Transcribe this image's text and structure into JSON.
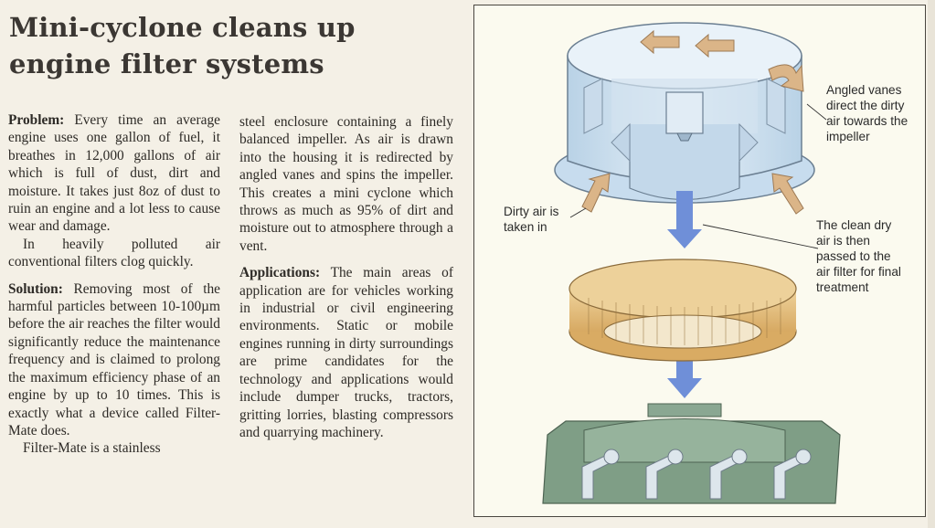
{
  "article": {
    "headline_line1": "Mini-cyclone cleans up",
    "headline_line2": "engine filter systems",
    "problem_lead": "Problem:",
    "problem_text": " Every time an average engine uses one gallon of fuel, it breathes in 12,000 gallons of air which is full of dust, dirt and moisture. It takes just 8oz of dust to ruin an engine and a lot less to cause wear and damage.",
    "problem_text2": "In heavily polluted air conventional filters clog quickly.",
    "solution_lead": "Solution:",
    "solution_text": " Removing most of the harmful particles between 10-100µm before the air reaches the filter would significantly reduce the maintenance frequency and is claimed to prolong the maximum efficiency phase of an engine by up to 10 times. This is exactly what a device called Filter-Mate does.",
    "solution_text2": "Filter-Mate is a stainless",
    "solution_text3": "steel enclosure containing a finely balanced impeller. As air is drawn into the housing it is redirected by angled vanes and spins the impeller. This creates a mini cyclone which throws as much as 95% of dirt and moisture out to atmosphere through a vent.",
    "applications_lead": "Applications:",
    "applications_text": " The main areas of application are for vehicles working in industrial or civil engineering environments. Static or mobile engines running in dirty surroundings are prime candidates for the technology and applications would include dumper trucks, tractors, gritting lorries, blasting compressors and quarrying machinery."
  },
  "figure": {
    "label_vanes": [
      "Angled vanes",
      "direct the dirty",
      "air towards the",
      "impeller"
    ],
    "label_dirty": [
      "Dirty air is",
      "taken in"
    ],
    "label_clean": [
      "The clean dry",
      "air is then",
      "passed to the",
      "air filter for final",
      "treatment"
    ]
  },
  "colors": {
    "housing_blue": "#d6e6f2",
    "arrow_tan": "#d9b48a",
    "flow_arrow": "#6f8fd8",
    "filter_tan": "#e2bd7a",
    "manifold_green": "#7f9e86"
  }
}
